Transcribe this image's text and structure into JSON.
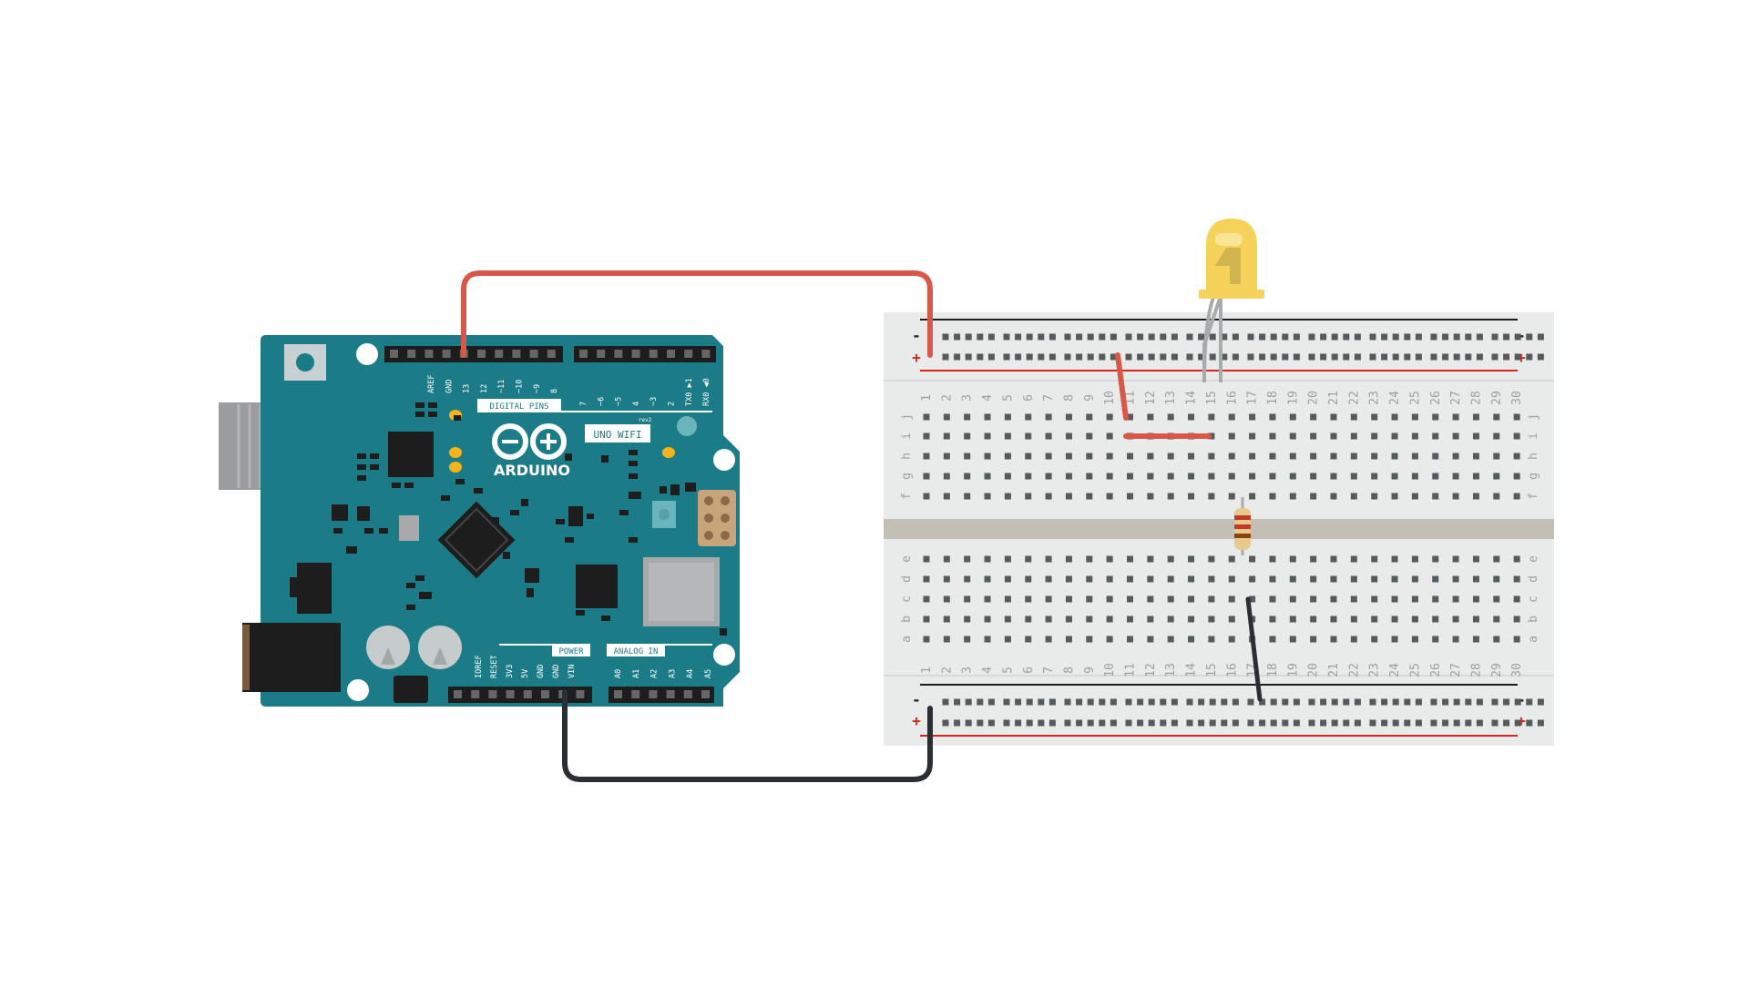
{
  "board": {
    "color": "#1b7b86",
    "silk_color": "#ffffff",
    "logo_text": "ARDUINO",
    "model_text": "UNO WIFI",
    "rev_text": "rev2",
    "digital_pins_label": "DIGITAL PINS",
    "power_label": "POWER",
    "analog_label": "ANALOG IN",
    "digital_header_labels": [
      "AREF",
      "GND",
      "13",
      "12",
      "~11",
      "~10",
      "~9",
      "8",
      "7",
      "~6",
      "~5",
      "4",
      "~3",
      "2",
      "TX0 ▶1",
      "RX0 ◀0"
    ],
    "power_header_labels": [
      "IOREF",
      "RESET",
      "3V3",
      "5V",
      "GND",
      "GND",
      "VIN"
    ],
    "analog_header_labels": [
      "A0",
      "A1",
      "A2",
      "A3",
      "A4",
      "A5"
    ]
  },
  "breadboard": {
    "color": "#e9ebea",
    "rail_minus_symbol": "-",
    "rail_plus_symbol": "+",
    "column_numbers": [
      "1",
      "2",
      "3",
      "4",
      "5",
      "6",
      "7",
      "8",
      "9",
      "10",
      "11",
      "12",
      "13",
      "14",
      "15",
      "16",
      "17",
      "18",
      "19",
      "20",
      "21",
      "22",
      "23",
      "24",
      "25",
      "26",
      "27",
      "28",
      "29",
      "30"
    ],
    "top_row_letters": [
      "j",
      "i",
      "h",
      "g",
      "f"
    ],
    "bottom_row_letters": [
      "e",
      "d",
      "c",
      "b",
      "a"
    ]
  },
  "components": {
    "led": {
      "color": "#f5d35b",
      "icon": "yellow-led"
    },
    "resistor": {
      "icon": "resistor",
      "bands": [
        "#c0392b",
        "#c0392b",
        "#8b4513"
      ]
    }
  },
  "wires": {
    "signal_color": "#d95749",
    "ground_color": "#2b2f33"
  }
}
